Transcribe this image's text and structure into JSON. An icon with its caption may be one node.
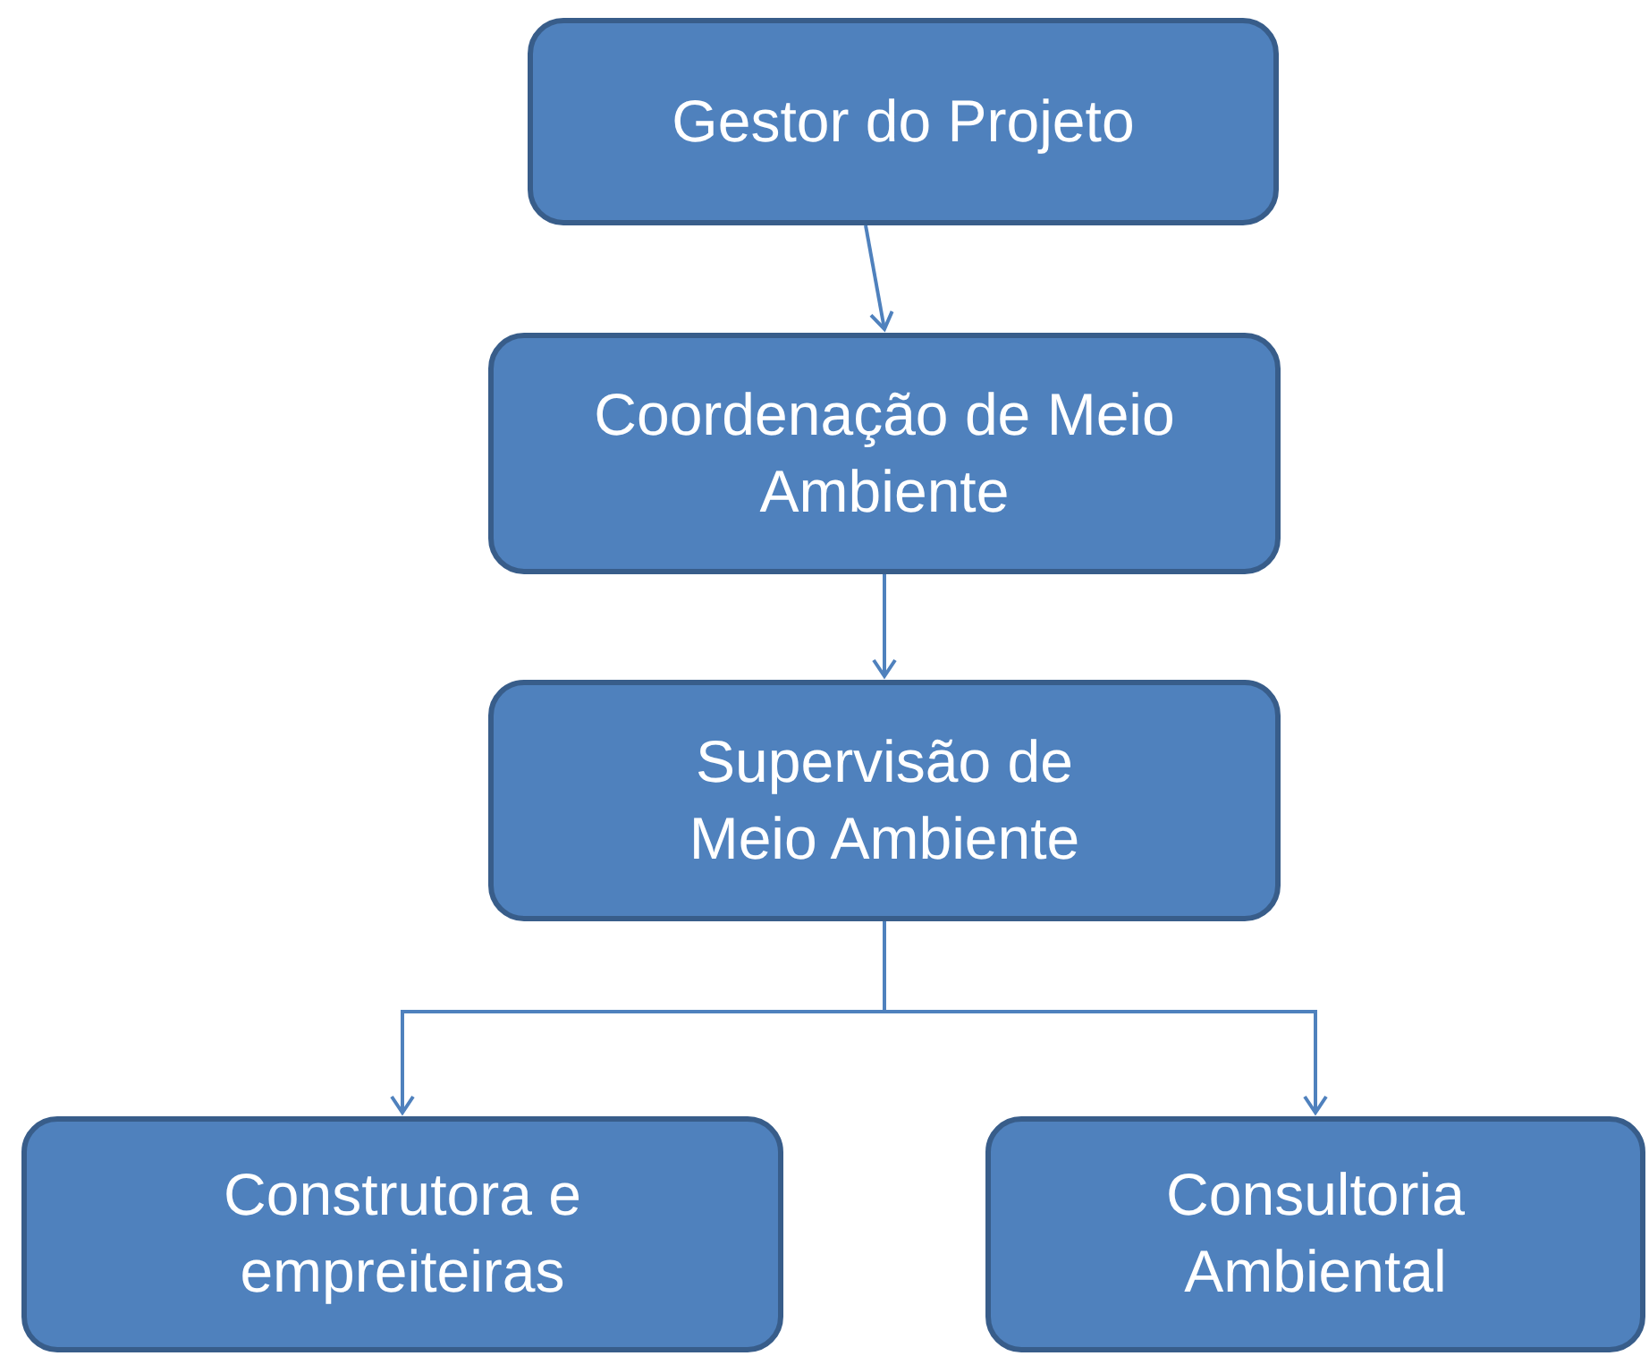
{
  "diagram": {
    "nodes": [
      {
        "text": [
          "Gestor do Projeto"
        ]
      },
      {
        "text": [
          "Coordenação de Meio Ambiente"
        ]
      },
      {
        "text": [
          "Supervisão de Meio Ambiente"
        ]
      },
      {
        "text": [
          "Construtora e empreiteiras"
        ]
      },
      {
        "text": [
          "Consultoria Ambiental"
        ]
      }
    ],
    "edges": [
      {
        "from": 0,
        "to": 1,
        "arrow": "to"
      },
      {
        "from": 1,
        "to": 2,
        "arrow": "to"
      },
      {
        "from": 2,
        "to": 3,
        "arrow": "to"
      },
      {
        "from": 2,
        "to": 4,
        "arrow": "to"
      }
    ]
  }
}
